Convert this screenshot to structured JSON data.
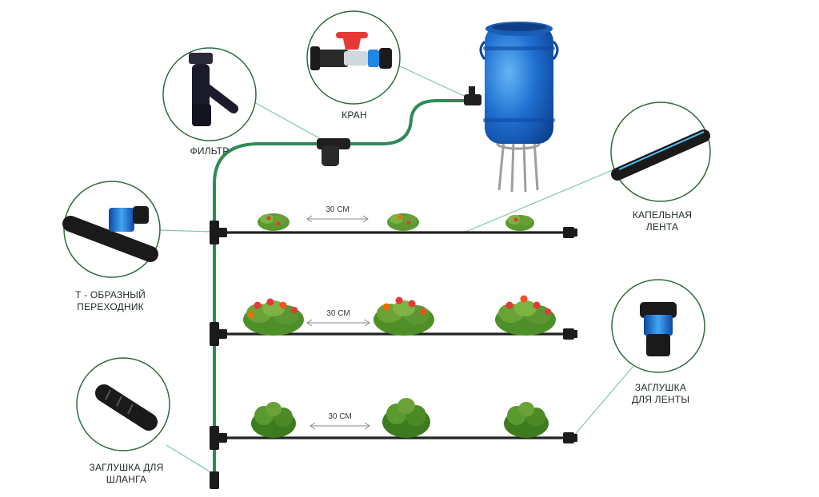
{
  "labels": {
    "filter": "ФИЛЬТР",
    "tap": "КРАН",
    "drip_tape": [
      "КАПЕЛЬНАЯ",
      "ЛЕНТА"
    ],
    "tee": [
      "Т - ОБРАЗНЫЙ",
      "ПЕРЕХОДНИК"
    ],
    "tape_plug": [
      "ЗАГЛУШКА",
      "ДЛЯ ЛЕНТЫ"
    ],
    "hose_plug": [
      "ЗАГЛУШКА ДЛЯ",
      "ШЛАНГА"
    ]
  },
  "spacing": [
    "30 СМ",
    "30 СМ",
    "30 СМ"
  ],
  "colors": {
    "hose": "#2e8b57",
    "tape": "#222222",
    "leader": "#7fc7a9",
    "barrel": "#1565c0",
    "tap_handle": "#e53935",
    "fitting_blue": "#1e88e5"
  }
}
